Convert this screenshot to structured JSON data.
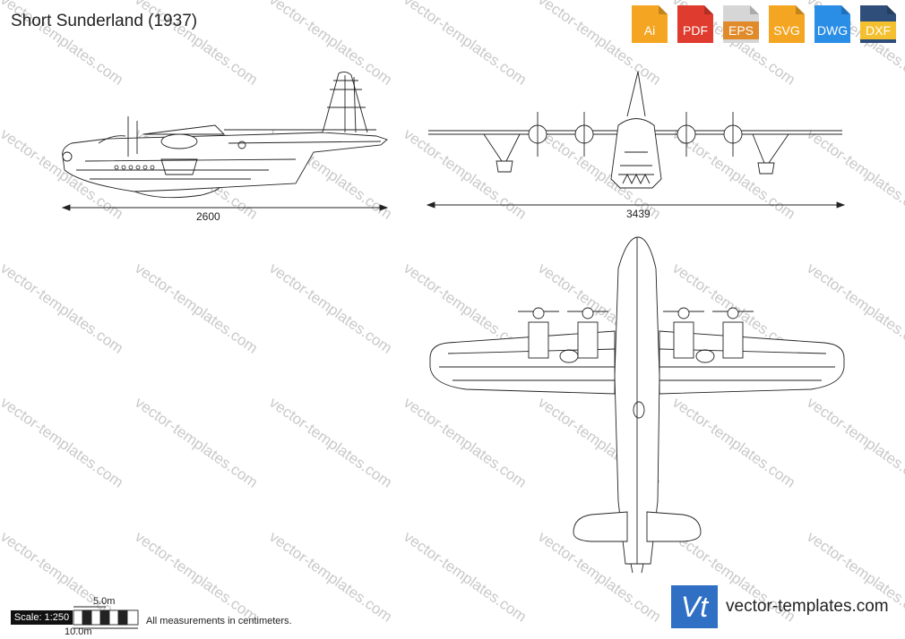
{
  "title": "Short Sunderland (1937)",
  "watermark": "vector-templates.com",
  "formats": [
    {
      "label": "Ai",
      "color": "#f4a623",
      "icon": "ai-file-icon"
    },
    {
      "label": "PDF",
      "color": "#e03b2f",
      "icon": "pdf-file-icon"
    },
    {
      "label": "EPS",
      "color": "#d6d6d6",
      "icon": "eps-file-icon"
    },
    {
      "label": "SVG",
      "color": "#f4a623",
      "icon": "svg-file-icon"
    },
    {
      "label": "DWG",
      "color": "#2a8ee6",
      "icon": "dwg-file-icon"
    },
    {
      "label": "DXF",
      "color": "#2f4f7a",
      "icon": "dxf-file-icon"
    }
  ],
  "dimensions": {
    "length": "2600",
    "wingspan": "3439"
  },
  "scale": {
    "label": "Scale: 1:250",
    "top_value": "5.0m",
    "bottom_value": "10.0m"
  },
  "note": "All measurements in centimeters.",
  "brand": {
    "logo_text": "Vt",
    "site": "vector-templates.com"
  }
}
